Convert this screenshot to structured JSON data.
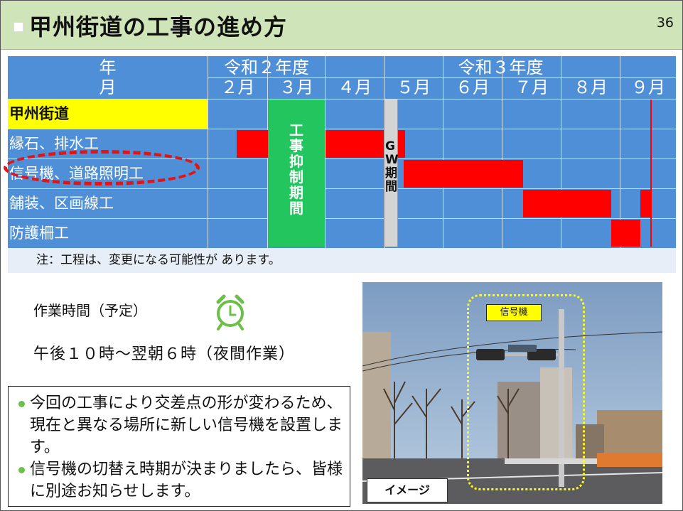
{
  "header": {
    "title": "甲州街道の工事の進め方",
    "page_number": "36"
  },
  "schedule": {
    "year_label": "年",
    "month_label": "月",
    "fiscal_years": [
      "令和２年度",
      "令和３年度"
    ],
    "months": [
      "２月",
      "３月",
      "４月",
      "５月",
      "６月",
      "７月",
      "８月",
      "９月"
    ],
    "rows": [
      "甲州街道",
      "縁石、排水工",
      "信号機、道路照明工",
      "舗装、区画線工",
      "防護柵工"
    ],
    "suspension_period": [
      "工",
      "事",
      "抑",
      "制",
      "期",
      "間"
    ],
    "gw_period": [
      "G",
      "W",
      "期",
      "間"
    ],
    "note": "注：工程は、変更になる可能性が あります。"
  },
  "work_time": {
    "label": "作業時間（予定）",
    "value": "午後１０時～翌朝６時（夜間作業）",
    "icon": "alarm-clock-icon"
  },
  "notes": [
    "今回の工事により交差点の形が変わるため、現在と異なる場所に新しい信号機を設置します。",
    "信号機の切替え時期が決まりましたら、皆様に別途お知らせします。"
  ],
  "photo": {
    "signal_label": "信号機",
    "image_label": "イメージ"
  },
  "colors": {
    "header_bg": "#cfe4b8",
    "table_bg": "#4e8fd8",
    "bar": "#ff0000",
    "suspension": "#22c55e",
    "highlight": "#ffff00"
  }
}
